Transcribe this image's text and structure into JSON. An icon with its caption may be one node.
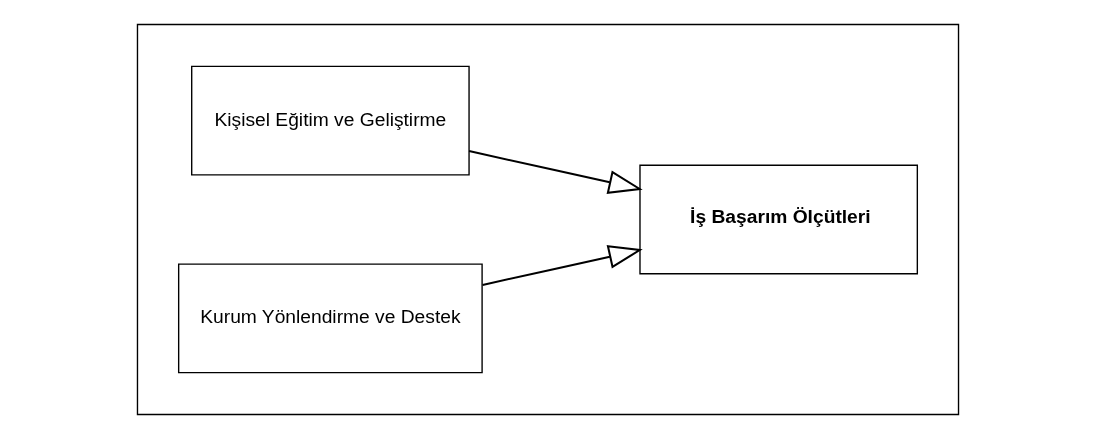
{
  "diagram": {
    "nodes": [
      {
        "text": [],
        "shape": "box"
      },
      {
        "text": [
          "Kişisel Eğitim ve Geliştirme"
        ],
        "in": 0
      },
      {
        "text": [
          "Kurum Yönlendirme ve Destek"
        ],
        "in": 0
      },
      {
        "text": [
          "İş Başarım Ölçütleri"
        ],
        "in": 0
      }
    ],
    "edges": [
      {
        "from": 1,
        "to": 3,
        "arrow": "to"
      },
      {
        "from": 2,
        "to": 3,
        "arrow": "to"
      }
    ]
  }
}
